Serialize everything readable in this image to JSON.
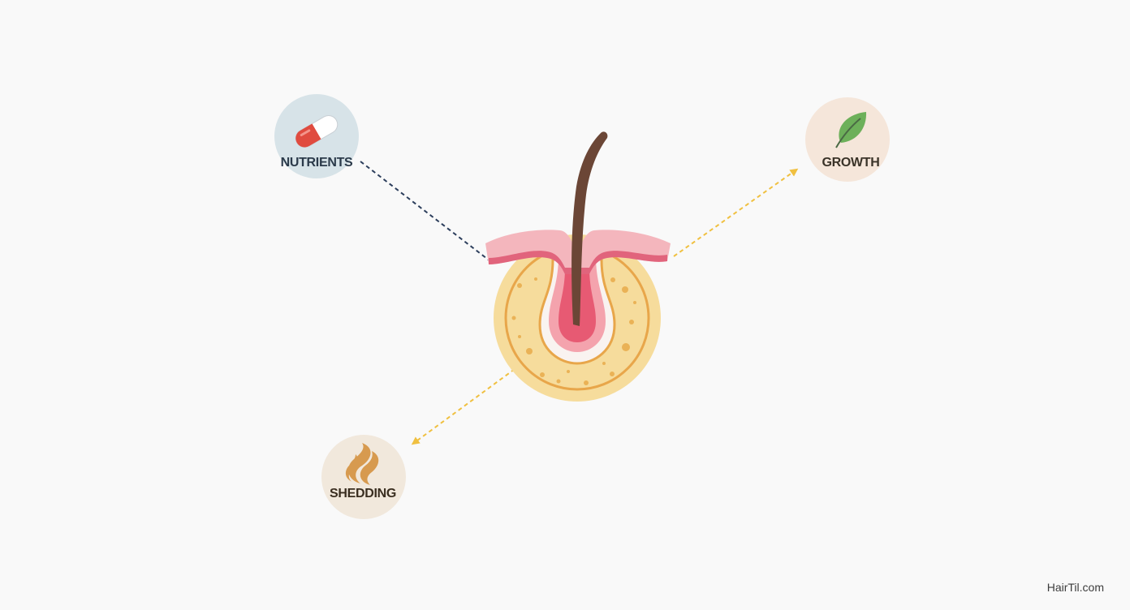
{
  "nodes": {
    "nutrients": {
      "label": "NUTRIENTS",
      "icon": "capsule-icon",
      "circle_color": "#d7e3e8",
      "text_color": "#2b3a4a"
    },
    "growth": {
      "label": "GROWTH",
      "icon": "leaf-icon",
      "circle_color": "#f5e6da",
      "text_color": "#3a3328"
    },
    "shedding": {
      "label": "SHEDDING",
      "icon": "hair-strands-icon",
      "circle_color": "#f1e8dc",
      "text_color": "#3a2e20"
    }
  },
  "center": {
    "icon": "hair-follicle-icon"
  },
  "connectors": {
    "nutrients_line_color": "#2c3e5c",
    "growth_arrow_color": "#f0c040",
    "shedding_arrow_color": "#f0c040"
  },
  "watermark": "HairTil.com"
}
